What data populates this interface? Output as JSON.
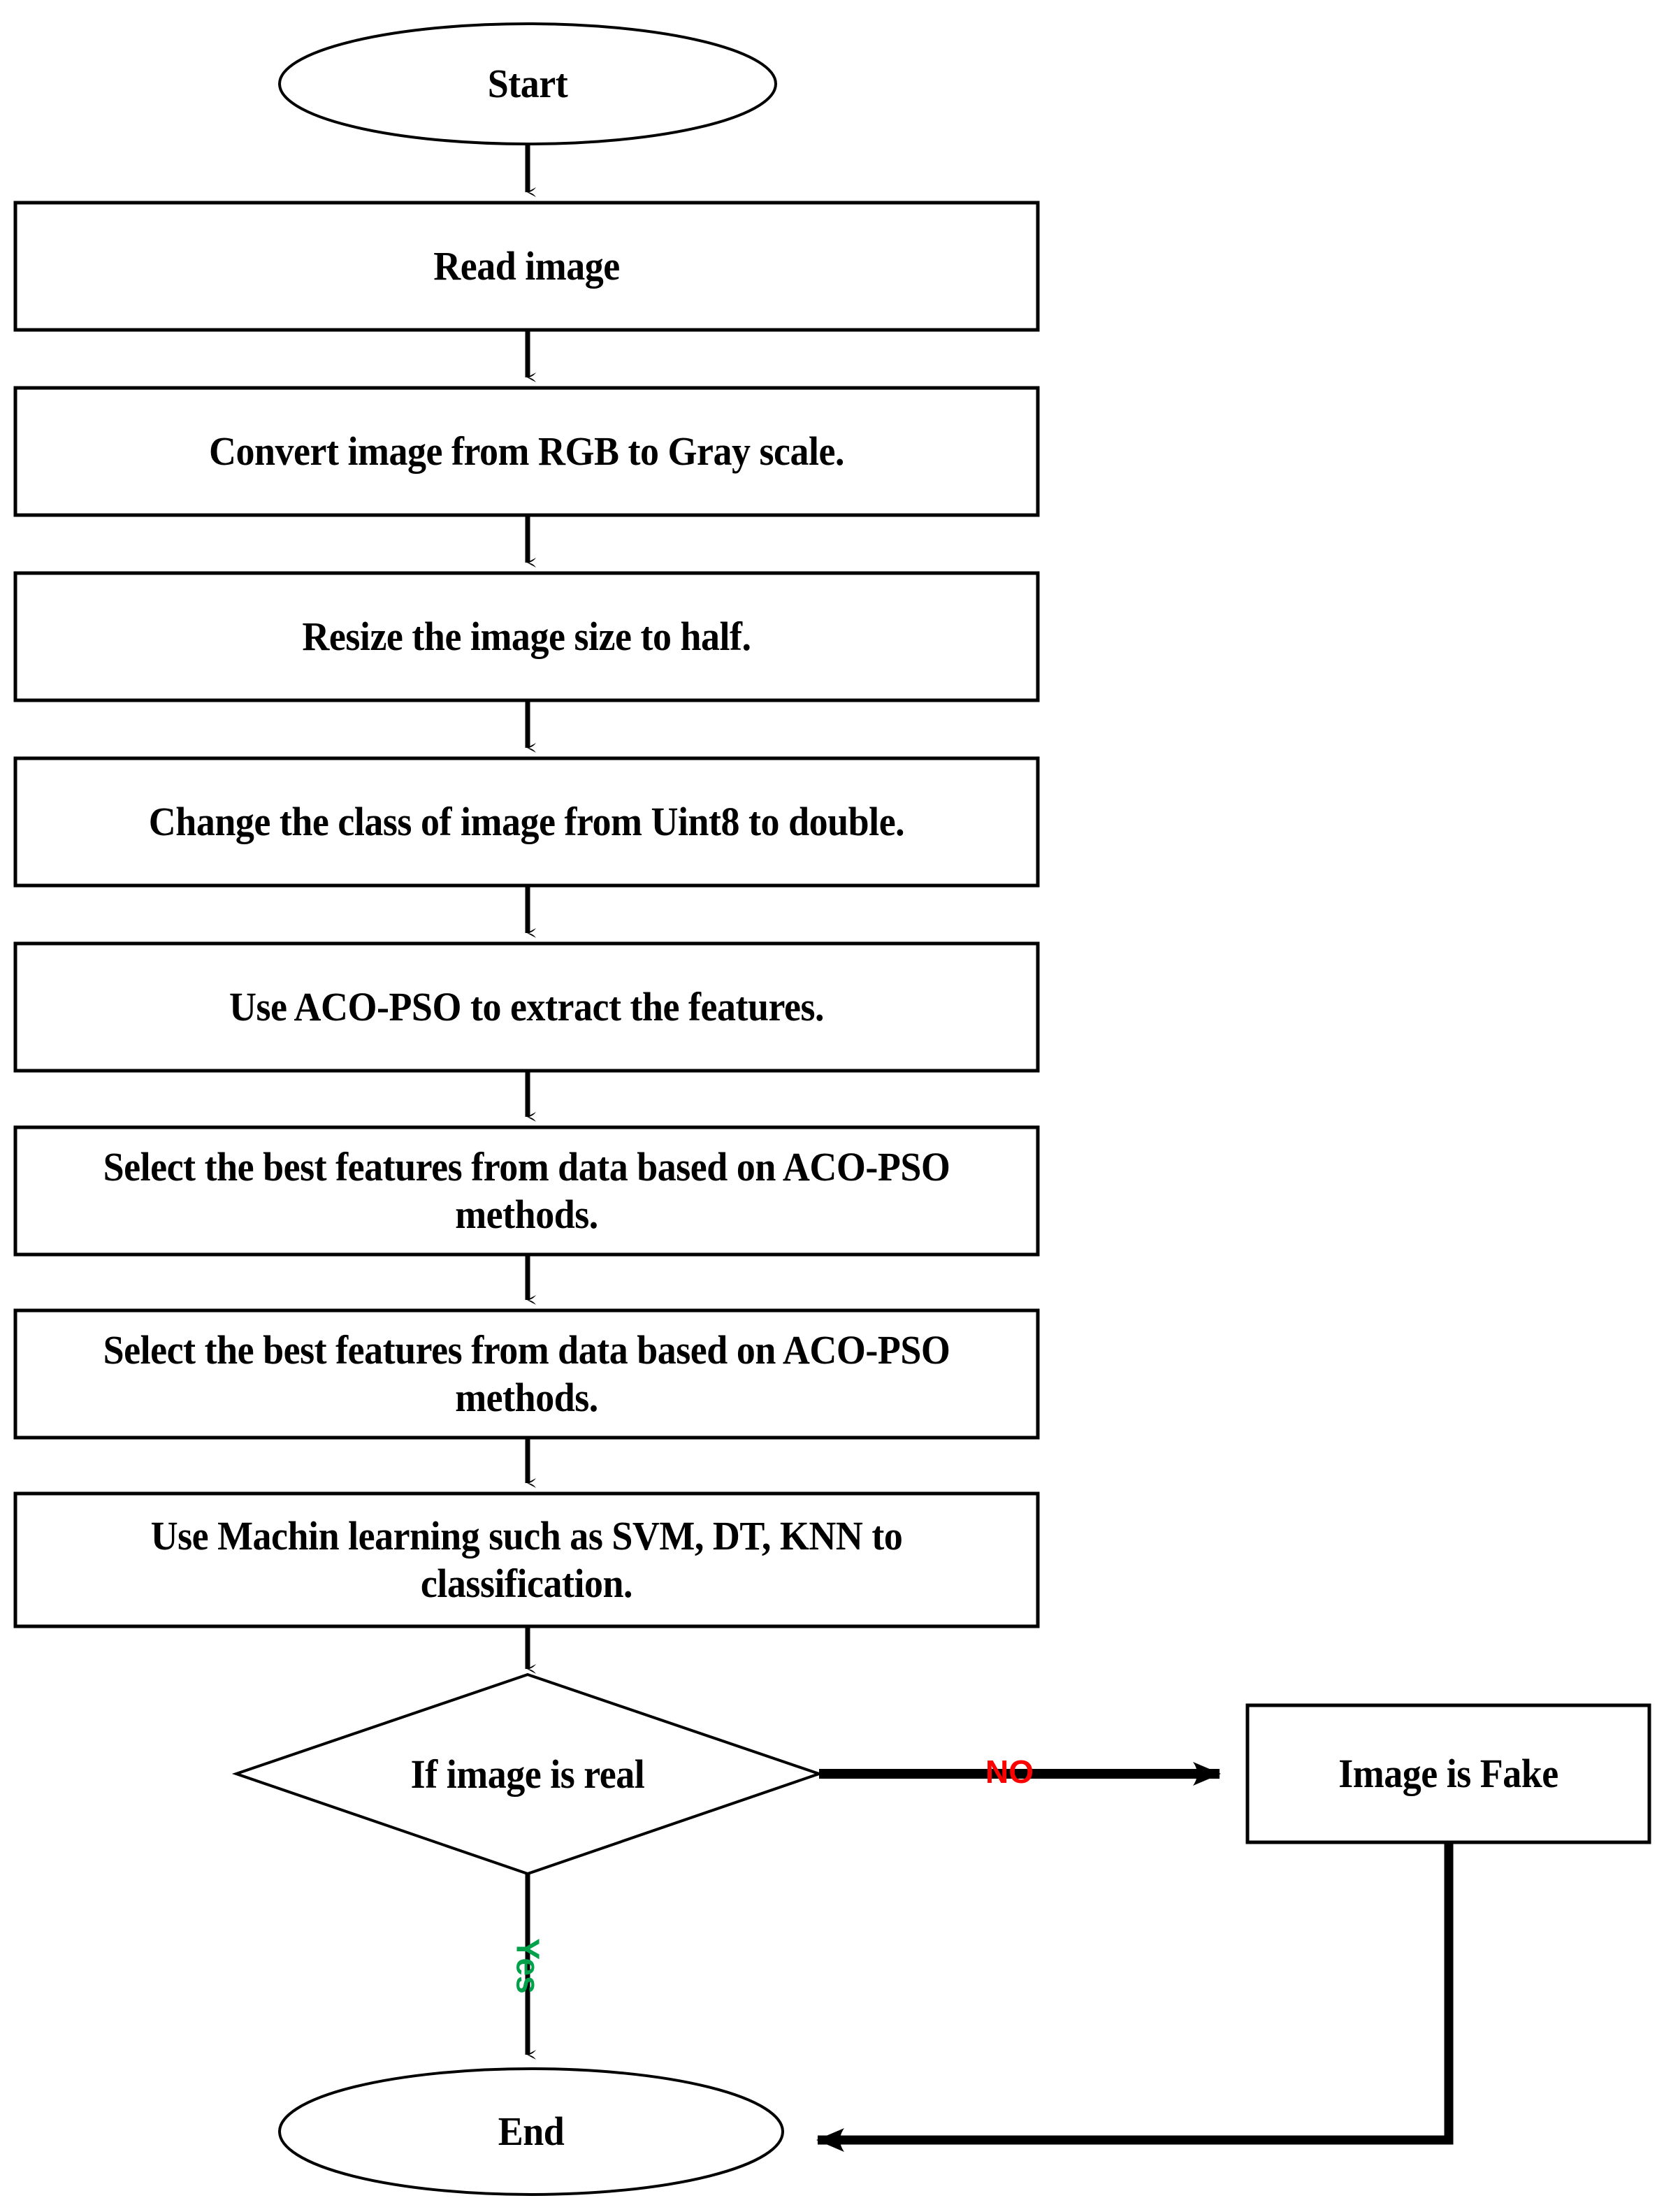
{
  "diagram": {
    "title": "Image forgery detection flowchart",
    "type": "flowchart",
    "orientation": "top-to-bottom",
    "colors": {
      "stroke": "#000000",
      "fill": "#ffffff",
      "text": "#000000",
      "no_label": "#ff0000",
      "yes_label": "#00a14b"
    }
  },
  "nodes": {
    "start": {
      "label": "Start",
      "shape": "ellipse"
    },
    "read_image": {
      "label": "Read image",
      "shape": "rectangle"
    },
    "convert_gray": {
      "label": "Convert image from RGB to Gray scale.",
      "shape": "rectangle"
    },
    "resize_half": {
      "label": "Resize the image size to half.",
      "shape": "rectangle"
    },
    "change_class": {
      "label": "Change the class of image from Uint8 to double.",
      "shape": "rectangle"
    },
    "extract_features": {
      "label": "Use ACO-PSO to extract the features.",
      "shape": "rectangle"
    },
    "select_features_1": {
      "label": "Select the best features from data based on ACO-PSO methods.",
      "shape": "rectangle"
    },
    "select_features_2": {
      "label": "Select the best features from data based on ACO-PSO methods.",
      "shape": "rectangle"
    },
    "classify": {
      "label": "Use Machin learning such as SVM, DT, KNN to classification.",
      "shape": "rectangle"
    },
    "decision": {
      "label": "If image is real",
      "shape": "diamond"
    },
    "image_fake": {
      "label": "Image is Fake",
      "shape": "rectangle"
    },
    "end": {
      "label": "End",
      "shape": "ellipse"
    }
  },
  "edges": {
    "no_branch": {
      "label": "NO",
      "from": "decision",
      "to": "image_fake"
    },
    "yes_branch": {
      "label": "Yes",
      "from": "decision",
      "to": "end"
    }
  }
}
